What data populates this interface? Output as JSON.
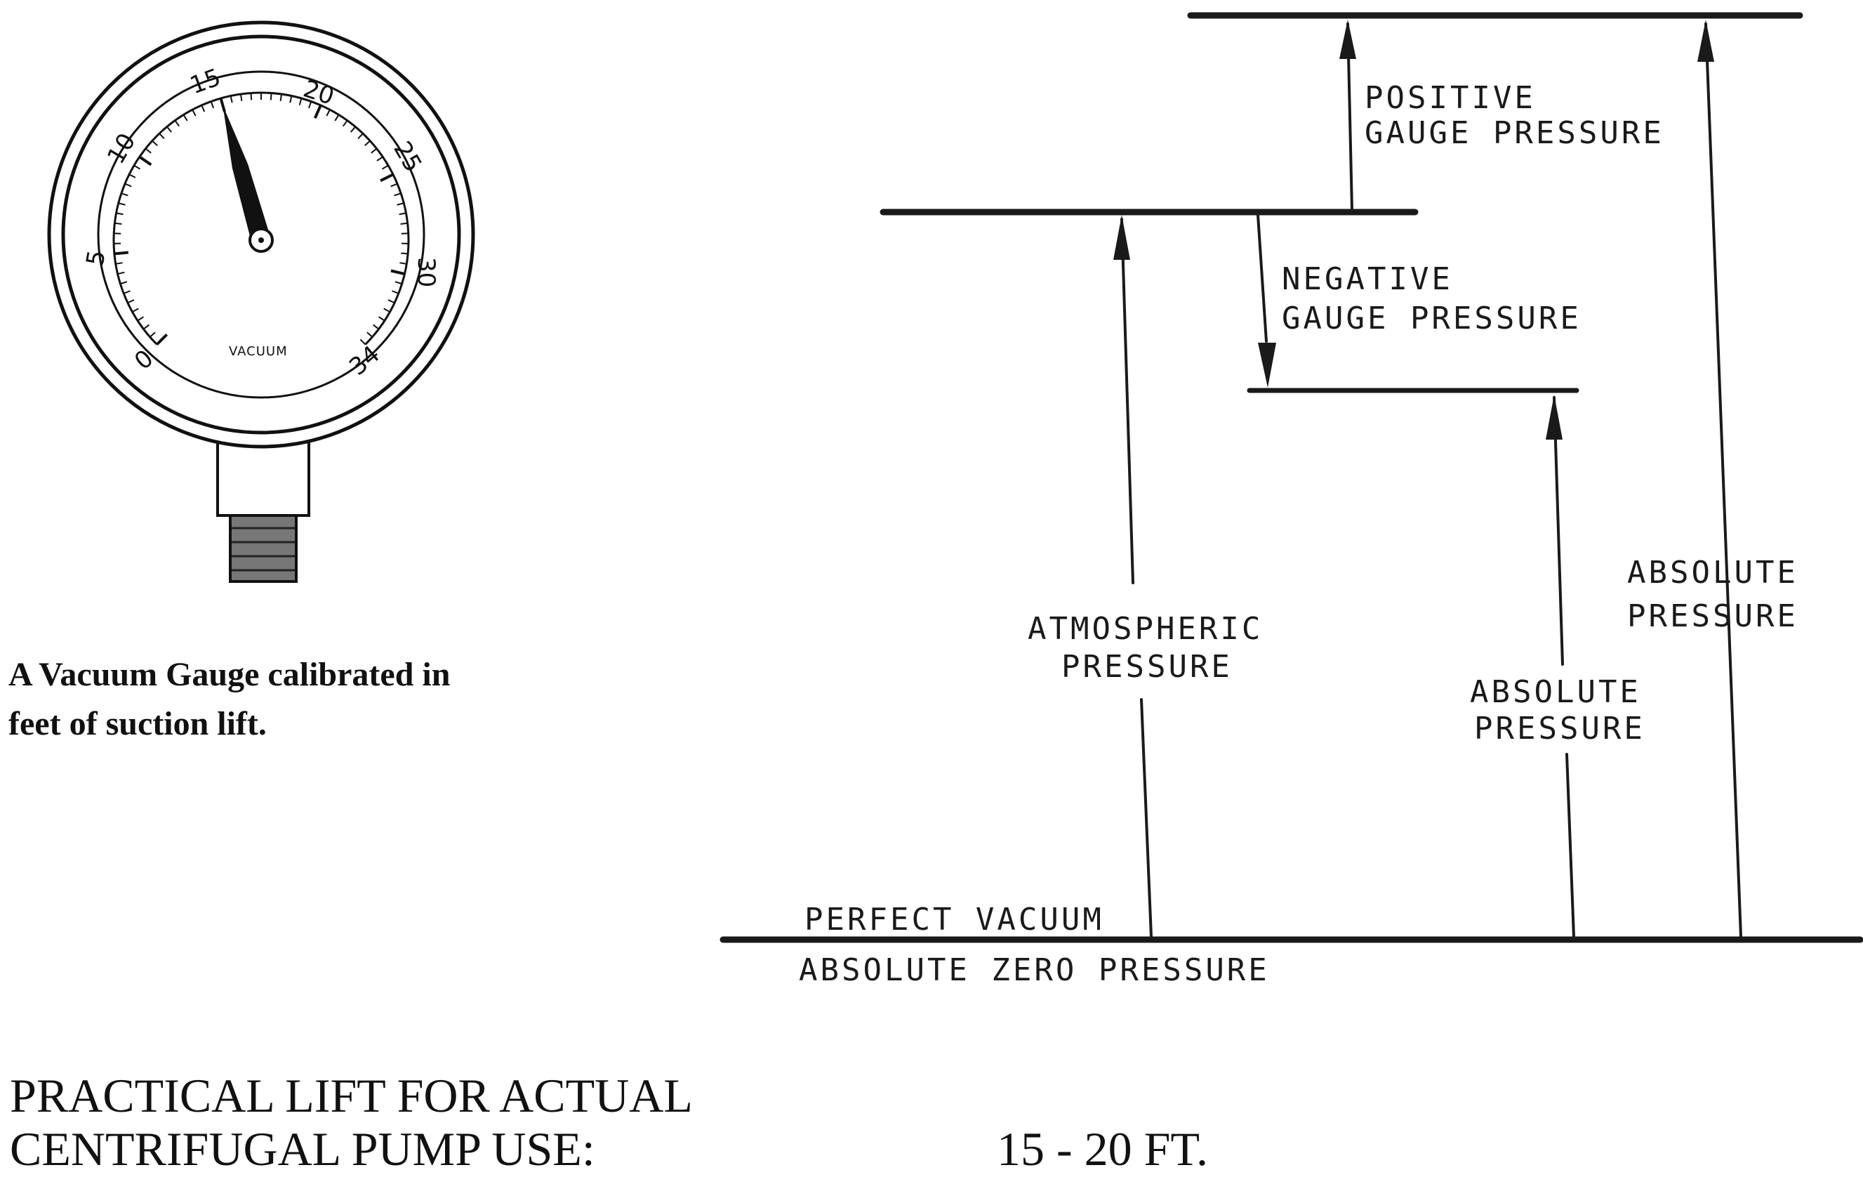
{
  "gauge": {
    "scale_labels": [
      "0",
      "5",
      "10",
      "15",
      "20",
      "25",
      "30",
      "34"
    ],
    "dial_text": "VACUUM",
    "needle_value": 15
  },
  "caption": {
    "line1": "A Vacuum Gauge calibrated in",
    "line2": "feet of suction lift."
  },
  "diagram": {
    "positive_gauge": [
      "POSITIVE",
      "GAUGE PRESSURE"
    ],
    "negative_gauge": [
      "NEGATIVE",
      "GAUGE PRESSURE"
    ],
    "atmospheric": [
      "ATMOSPHERIC",
      "PRESSURE"
    ],
    "absolute_low": [
      "ABSOLUTE",
      "PRESSURE"
    ],
    "absolute_high": [
      "ABSOLUTE",
      "PRESSURE"
    ],
    "perfect_vacuum": "PERFECT VACUUM",
    "absolute_zero": "ABSOLUTE ZERO PRESSURE"
  },
  "footer": {
    "line1": "PRACTICAL LIFT FOR ACTUAL",
    "line2": "CENTRIFUGAL PUMP USE:",
    "value": "15 - 20 FT."
  }
}
